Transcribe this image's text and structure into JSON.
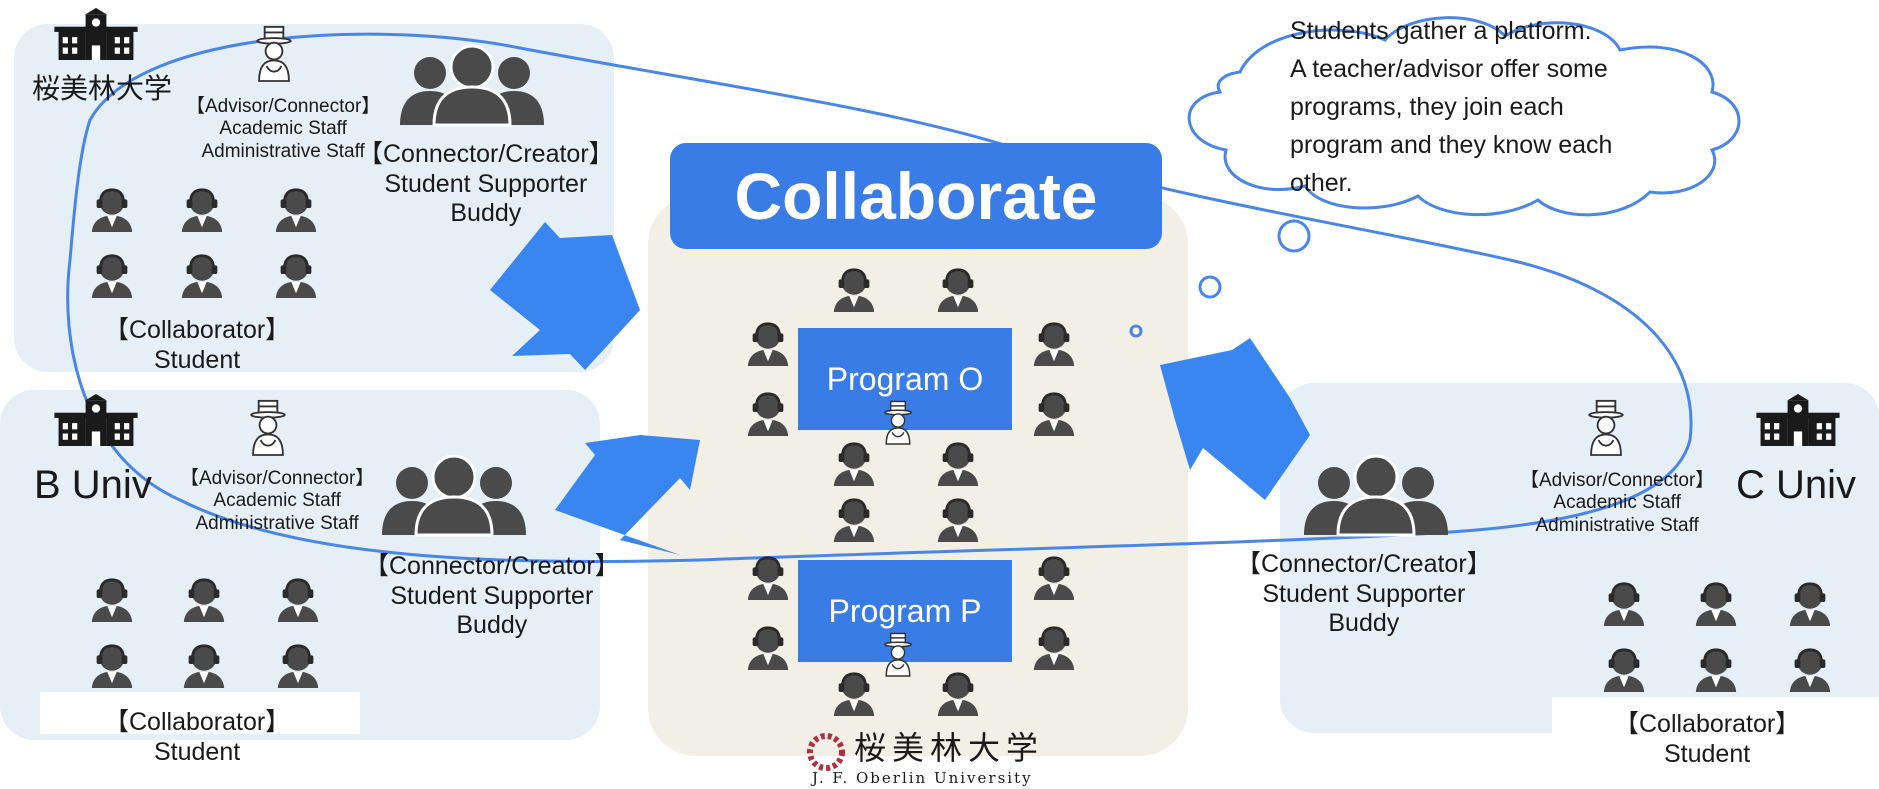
{
  "colors": {
    "accent": "#3a7ce6",
    "panel": "#e6eef6",
    "center_panel": "#f1efe6",
    "icon": "#4a4a4a"
  },
  "center": {
    "collaborate_label": "Collaborate",
    "programs": [
      "Program O",
      "Program P"
    ],
    "logo_jp": "桜美林大学",
    "logo_en": "J. F. Oberlin University"
  },
  "cloud": {
    "lines": [
      "Students gather a platform.",
      "A teacher/advisor offer some",
      "programs, they join each",
      "program and they know each",
      "other."
    ]
  },
  "universities": {
    "a": {
      "name": "桜美林大学",
      "advisor": [
        "【Advisor/Connector】",
        "Academic Staff",
        "Administrative Staff"
      ],
      "connector": [
        "【Connector/Creator】",
        "Student Supporter",
        "Buddy"
      ],
      "collaborator": [
        "【Collaborator】",
        "Student"
      ]
    },
    "b": {
      "name": "B Univ",
      "advisor": [
        "【Advisor/Connector】",
        "Academic Staff",
        "Administrative Staff"
      ],
      "connector": [
        "【Connector/Creator】",
        "Student Supporter",
        "Buddy"
      ],
      "collaborator": [
        "【Collaborator】",
        "Student"
      ]
    },
    "c": {
      "name": "C Univ",
      "advisor": [
        "【Advisor/Connector】",
        "Academic Staff",
        "Administrative Staff"
      ],
      "connector": [
        "【Connector/Creator】",
        "Student Supporter",
        "Buddy"
      ],
      "collaborator": [
        "【Collaborator】",
        "Student"
      ]
    }
  }
}
